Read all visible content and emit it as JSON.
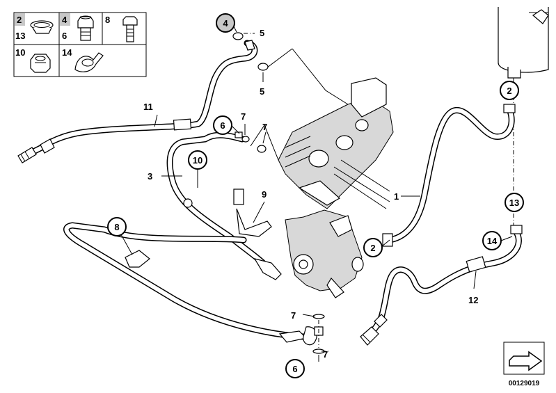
{
  "legend": {
    "cells": [
      {
        "numbers": [
          "2",
          "13"
        ]
      },
      {
        "numbers": [
          "4",
          "6"
        ]
      },
      {
        "numbers": [
          "8"
        ]
      },
      {
        "numbers": [
          "10"
        ]
      },
      {
        "numbers": [
          "14"
        ]
      }
    ]
  },
  "callouts": {
    "c1": "1",
    "c2a": "2",
    "c2b": "2",
    "c3": "3",
    "c4": "4",
    "c5a": "5",
    "c5b": "5",
    "c6a": "6",
    "c6b": "6",
    "c7a": "7",
    "c7b": "7",
    "c7c": "7",
    "c7d": "7",
    "c8": "8",
    "c9": "9",
    "c10": "10",
    "c11": "11",
    "c12": "12",
    "c13": "13",
    "c14": "14"
  },
  "diagram_id": "00129019",
  "colors": {
    "line": "#000000",
    "highlight": "#c8c8c8",
    "background": "#ffffff"
  }
}
